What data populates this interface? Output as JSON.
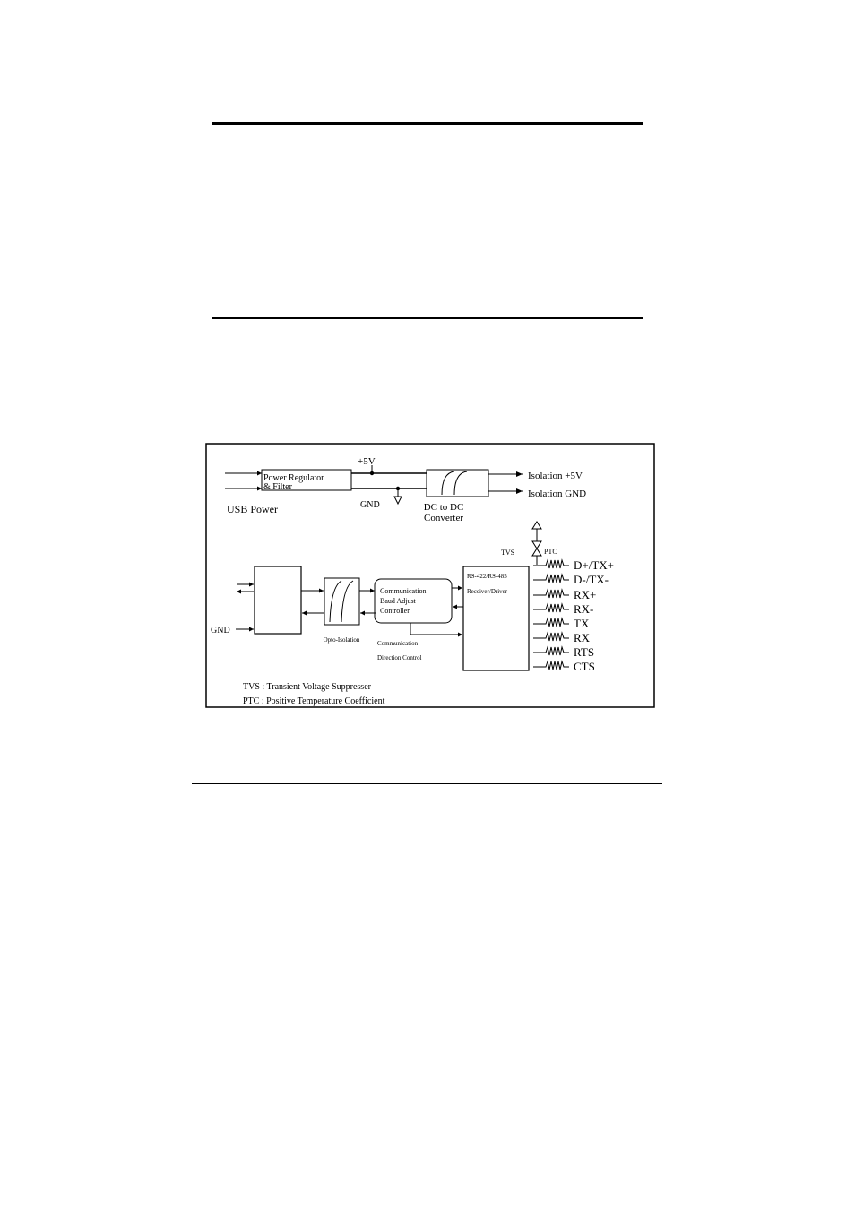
{
  "diagram": {
    "usb_power": "USB Power",
    "regulator_line1": "Power Regulator",
    "regulator_line2": "& Filter",
    "plus5v": "+5V",
    "gnd_top": "GND",
    "dcdc_line1": "DC to DC",
    "dcdc_line2": "Converter",
    "iso_5v": "Isolation +5V",
    "iso_gnd": "Isolation GND",
    "tvs": "TVS",
    "ptc": "PTC",
    "gnd_left": "GND",
    "opto": "Opto-Isolation",
    "comm_line1": "Communication",
    "comm_line2": "Baud Adjust",
    "comm_line3": "Controller",
    "rs_line1": "RS-422/RS-485",
    "rs_line2": "Receiver/Driver",
    "dir_line1": "Communication",
    "dir_line2": "Direction Control",
    "signals": [
      "D+/TX+",
      "D-/TX-",
      "RX+",
      "RX-",
      "TX",
      "RX",
      "RTS",
      "CTS"
    ],
    "legend_tvs": "TVS : Transient Voltage Suppresser",
    "legend_ptc": "PTC : Positive Temperature Coefficient"
  }
}
